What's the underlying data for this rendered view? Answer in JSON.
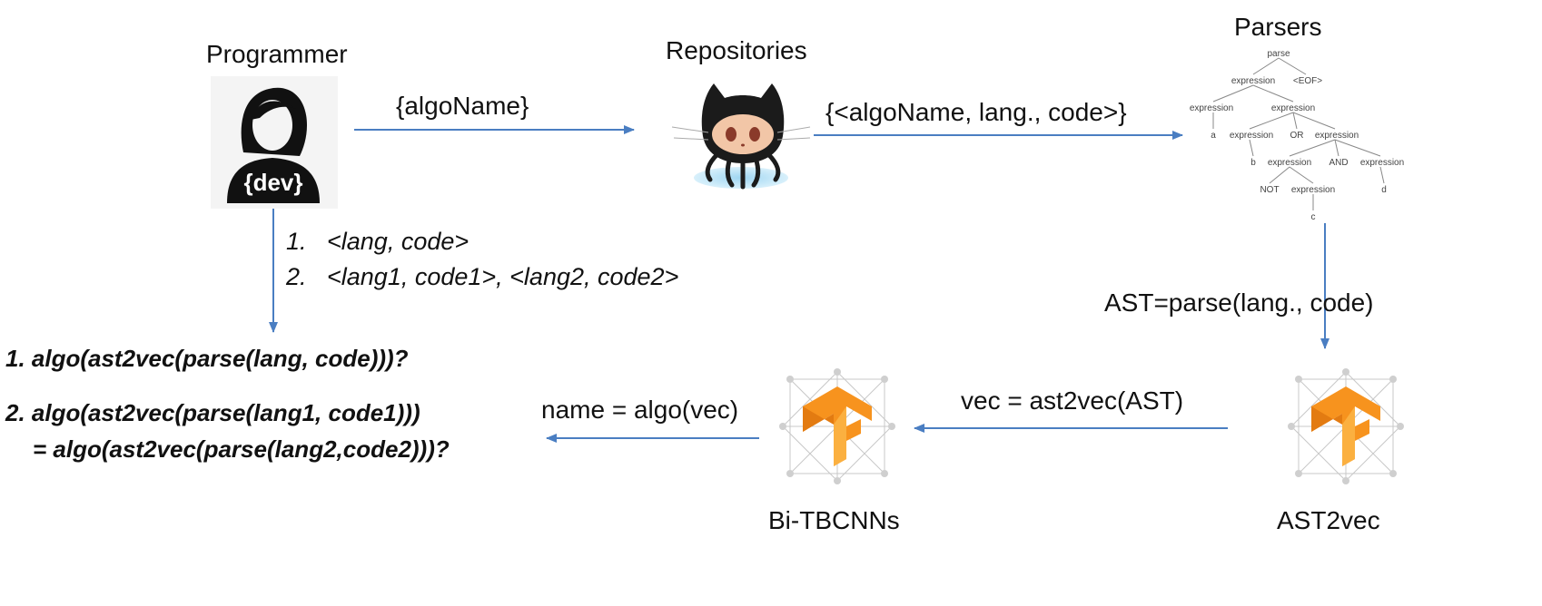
{
  "nodes": {
    "programmer": {
      "title": "Programmer",
      "icon_text": "{dev}"
    },
    "repositories": {
      "title": "Repositories"
    },
    "parsers": {
      "title": "Parsers"
    },
    "ast2vec": {
      "title": "AST2vec"
    },
    "bitbcnn": {
      "title": "Bi-TBCNNs"
    }
  },
  "edges": {
    "prog_to_repo": "{algoName}",
    "repo_to_parsers": "{<algoName, lang., code>}",
    "parsers_to_ast2vec": "AST=parse(lang., code)",
    "ast2vec_to_bitbcnn": "vec = ast2vec(AST)",
    "bitbcnn_to_output": "name = algo(vec)"
  },
  "programmer_inputs": [
    "<lang, code>",
    "<lang1, code1>, <lang2, code2>"
  ],
  "queries": {
    "q1": "1. algo(ast2vec(parse(lang, code)))?",
    "q2_line1": "2. algo(ast2vec(parse(lang1, code1)))",
    "q2_line2": "= algo(ast2vec(parse(lang2,code2)))?"
  },
  "parse_tree": {
    "root": "parse",
    "labels": [
      "expression",
      "<EOF>",
      "expression",
      "expression",
      "a",
      "expression",
      "OR",
      "expression",
      "b",
      "expression",
      "AND",
      "expression",
      "NOT",
      "expression",
      "d",
      "c"
    ]
  },
  "colors": {
    "arrow": "#4a7ec2",
    "tensorflow_orange": "#f7931e",
    "github_dark": "#1b1b1b"
  }
}
